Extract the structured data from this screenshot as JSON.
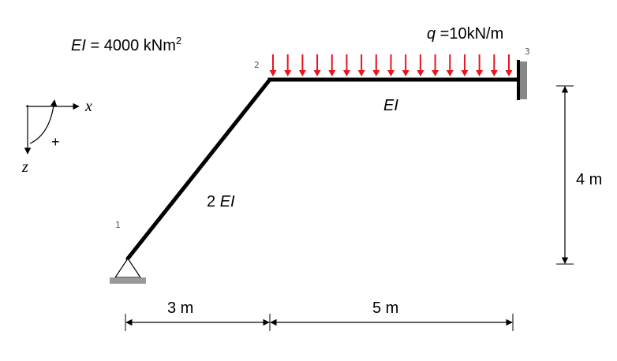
{
  "stiffness": {
    "symbol": "EI",
    "eq": " = 4000 kNm",
    "exp": "2"
  },
  "load": {
    "symbol": "q",
    "eq": " =10kN/m"
  },
  "members": {
    "beam_label": "EI",
    "column_factor": "2 ",
    "column_symbol": "EI"
  },
  "nodes": {
    "n1": "1",
    "n2": "2",
    "n3": "3"
  },
  "axes": {
    "x": "x",
    "z": "z",
    "sign": "+"
  },
  "dims": {
    "left": "3 m",
    "right": "5 m",
    "height": "4 m"
  },
  "colors": {
    "load_arrows": "#e8141e",
    "structure": "#000000",
    "ground": "#888888"
  }
}
